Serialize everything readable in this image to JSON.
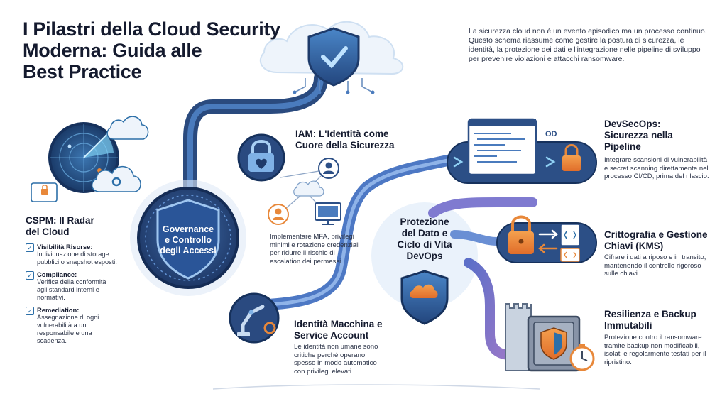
{
  "title_lines": [
    "I Pilastri della Cloud Security",
    "Moderna: Guida alle",
    "Best Practice"
  ],
  "intro": "La sicurezza cloud non è un evento episodico ma un processo continuo. Questo schema riassume come gestire la postura di sicurezza, le identità, la protezione dei dati e l'integrazione nelle pipeline di sviluppo per prevenire violazioni e attacchi ransomware.",
  "center": {
    "label_lines": [
      "Governance",
      "e Controllo",
      "degli Accessi"
    ]
  },
  "cspm": {
    "heading_lines": [
      "CSPM: Il Radar",
      "del Cloud"
    ],
    "items": [
      {
        "label": "Visibilità Risorse:",
        "desc": "Individuazione di storage pubblici o snapshot esposti."
      },
      {
        "label": "Compliance:",
        "desc": "Verifica della conformità agli standard interni e normativi."
      },
      {
        "label": "Remediation:",
        "desc": "Assegnazione di ogni vulnerabilità a un responsabile e una scadenza."
      }
    ]
  },
  "iam": {
    "heading_lines": [
      "IAM: L'Identità come",
      "Cuore della Sicurezza"
    ],
    "desc": "Implementare MFA, privilegi minimi e rotazione credenziali per ridurre il rischio di escalation dei permessi."
  },
  "machine": {
    "heading_lines": [
      "Identità Macchina e",
      "Service Account"
    ],
    "desc": "Le identità non umane sono critiche perché operano spesso in modo automatico con privilegi elevati."
  },
  "data": {
    "heading_lines": [
      "Protezione",
      "del Dato e",
      "Ciclo di Vita",
      "DevOps"
    ]
  },
  "devsecops": {
    "heading_lines": [
      "DevSecOps:",
      "Sicurezza nella",
      "Pipeline"
    ],
    "desc": "Integrare scansioni di vulnerabilità e secret scanning direttamente nel processo CI/CD, prima del rilascio.",
    "logo": "OD"
  },
  "kms": {
    "heading_lines": [
      "Crittografia e Gestione",
      "Chiavi (KMS)"
    ],
    "desc": "Cifrare i dati a riposo e in transito, mantenendo il controllo rigoroso sulle chiavi."
  },
  "backup": {
    "heading_lines": [
      "Resilienza e Backup",
      "Immutabili"
    ],
    "desc": "Protezione contro il ransomware tramite backup non modificabili, isolati e regolarmente testati per il ripristino."
  },
  "colors": {
    "navy": "#1f3a66",
    "blue": "#2c6fa8",
    "cyan": "#5fb3e0",
    "purple": "#6d6fc4",
    "orange": "#e8883a",
    "text": "#141a2e"
  }
}
